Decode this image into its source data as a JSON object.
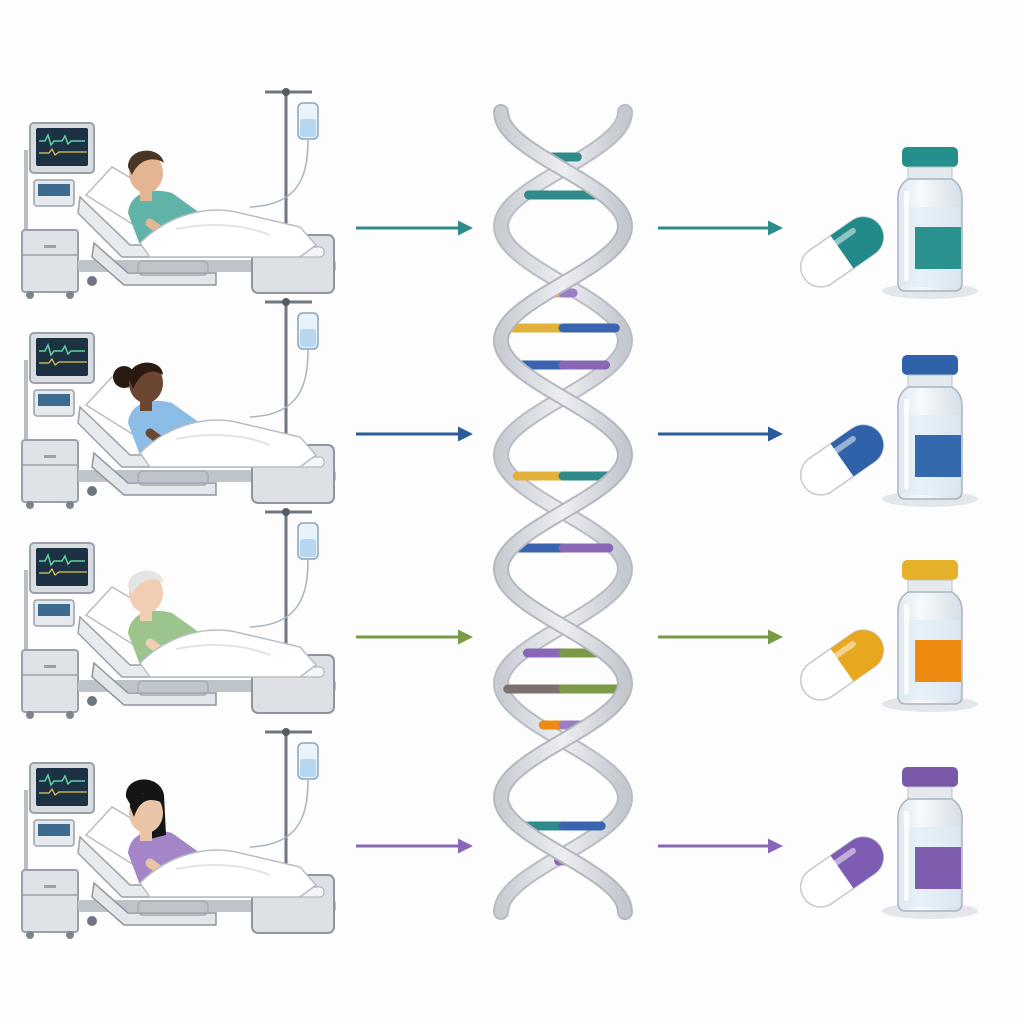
{
  "diagram": {
    "rows": [
      {
        "id": "teal",
        "patient": {
          "skin": "#e3b592",
          "hair": "#4a3424",
          "hair_style": "short",
          "gown": "#5fb3a7"
        },
        "arrow_in": "#2e8b8a",
        "arrow_out": "#2e8b8a",
        "capsule": {
          "cap_color": "#238a8a"
        },
        "vial": {
          "cap_color": "#23908c",
          "label_color": "#2b938f"
        }
      },
      {
        "id": "blue",
        "patient": {
          "skin": "#6b4630",
          "hair": "#2a1a12",
          "hair_style": "bun",
          "gown": "#8cbde6"
        },
        "arrow_in": "#2c5c9a",
        "arrow_out": "#2c5c9a",
        "capsule": {
          "cap_color": "#2f62a8"
        },
        "vial": {
          "cap_color": "#2f62a8",
          "label_color": "#3469ad"
        }
      },
      {
        "id": "green",
        "patient": {
          "skin": "#f0cdb3",
          "hair": "#e4e4e4",
          "hair_style": "short",
          "gown": "#9cc58e"
        },
        "arrow_in": "#7a9a48",
        "arrow_out": "#7a9a48",
        "capsule": {
          "cap_color": "#e7a81f"
        },
        "vial": {
          "cap_color": "#e5b02a",
          "label_color": "#ef8a10"
        }
      },
      {
        "id": "purple",
        "patient": {
          "skin": "#eac4a6",
          "hair": "#151515",
          "hair_style": "long",
          "gown": "#a486c8"
        },
        "arrow_in": "#8a66b6",
        "arrow_out": "#8a66b6",
        "capsule": {
          "cap_color": "#7e5cb3"
        },
        "vial": {
          "cap_color": "#7a5aa8",
          "label_color": "#7f5eb0"
        }
      }
    ],
    "dna": {
      "strand_color": "#d7dadf",
      "base_pairs": [
        {
          "left": "#2e8b8a",
          "right": "#2e8b8a"
        },
        {
          "left": "#2e8b8a",
          "right": "#2e8b8a"
        },
        {
          "left": "#e2b13a",
          "right": "#9a7fc4"
        },
        {
          "left": "#e2b13a",
          "right": "#3a64b0"
        },
        {
          "left": "#3a64b0",
          "right": "#8a66b6"
        },
        {
          "left": "#e2b13a",
          "right": "#2e8b8a"
        },
        {
          "left": "#d2663a",
          "right": "#2e8b8a"
        },
        {
          "left": "#3a64b0",
          "right": "#8a66b6"
        },
        {
          "left": "#8a66b6",
          "right": "#7a9a48"
        },
        {
          "left": "#7b7270",
          "right": "#7a9a48"
        },
        {
          "left": "#ef8a10",
          "right": "#9a7fc4"
        },
        {
          "left": "#2e8b8a",
          "right": "#3a64b0"
        },
        {
          "left": "#8a66b6",
          "right": "#9a7fc4"
        }
      ]
    }
  }
}
